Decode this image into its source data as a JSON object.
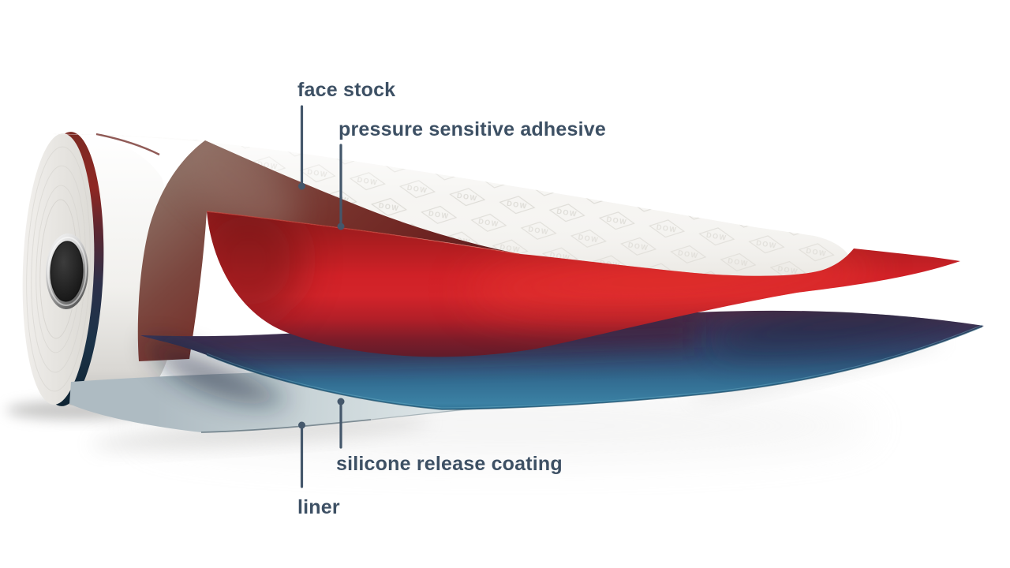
{
  "diagram": {
    "type": "layer-structure-illustration",
    "subject": "pressure sensitive label roll peeled into its four layers",
    "labels": {
      "face_stock": "face stock",
      "adhesive": "pressure sensitive adhesive",
      "silicone": "silicone release coating",
      "liner": "liner"
    },
    "watermark_text": "DOW",
    "layers_order": [
      "face stock",
      "pressure sensitive adhesive",
      "silicone release coating",
      "liner"
    ],
    "colors": {
      "label_text": "#3d5064",
      "leader_line": "#44576b",
      "adhesive_red": "#d02127",
      "silicone_blue": "#336e93",
      "face_stock_white": "#f5f4f1",
      "face_stock_underside": "#76312b",
      "liner_gray": "#ccd7da",
      "watermark_gray": "#d8d6d0",
      "roll_core_black": "#1c1c1c"
    }
  }
}
